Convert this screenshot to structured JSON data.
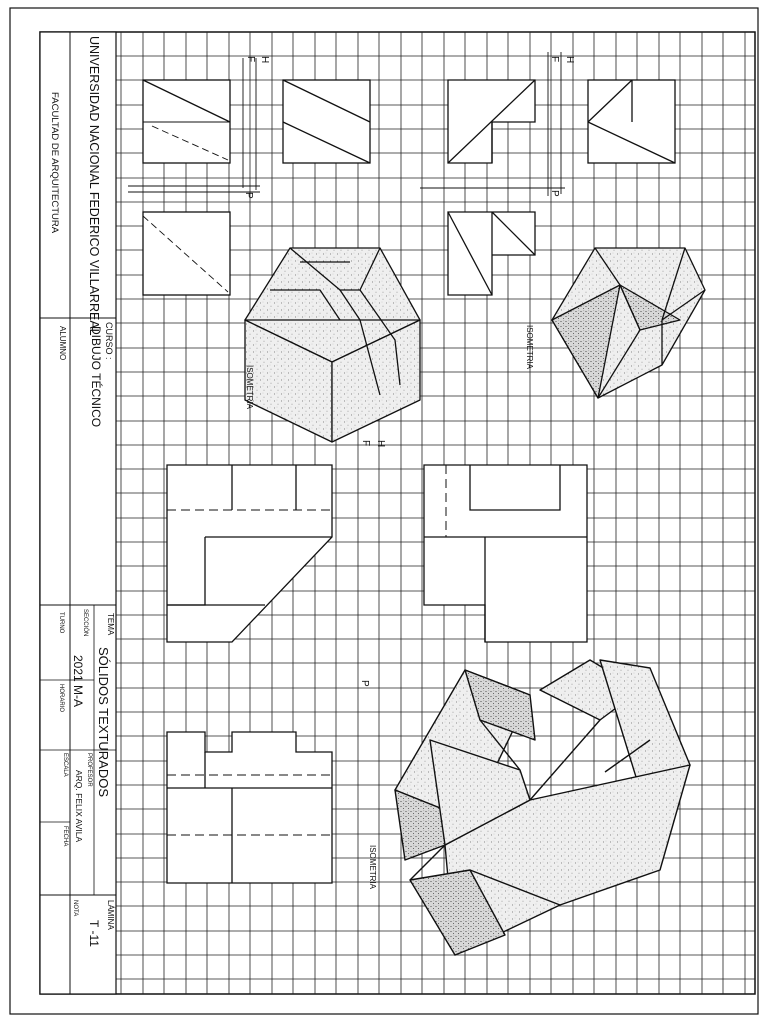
{
  "title_block": {
    "university": "UNIVERSIDAD NACIONAL FEDERICO VILLARREAL",
    "faculty": "FACULTAD DE ARQUITECTURA",
    "course_label": "CURSO :",
    "course": "DIBUJO TÉCNICO",
    "student_label": "ALUMNO",
    "topic_label": "TEMA",
    "topic": "SÓLIDOS TEXTURADOS",
    "section_label": "SECCIÓN",
    "section": "2021 M-A",
    "shift_label": "TURNO",
    "schedule_label": "HORARIO",
    "professor_label": "PROFESOR",
    "professor": "ARQ. FELIX AVILA",
    "scale_label": "ESCALA",
    "date_label": "FECHA",
    "sheet_label": "LÁMINA",
    "sheet": "T -11",
    "note_label": "NOTA"
  },
  "view_labels": {
    "h": "H",
    "f": "F",
    "p": "P",
    "isometric": "ISOMETRIA"
  },
  "colors": {
    "ink": "#111111",
    "grid": "#1a1a1a",
    "paper": "#ffffff",
    "shade": "#e9e9e9",
    "shade_dark": "#cfcfcf"
  }
}
